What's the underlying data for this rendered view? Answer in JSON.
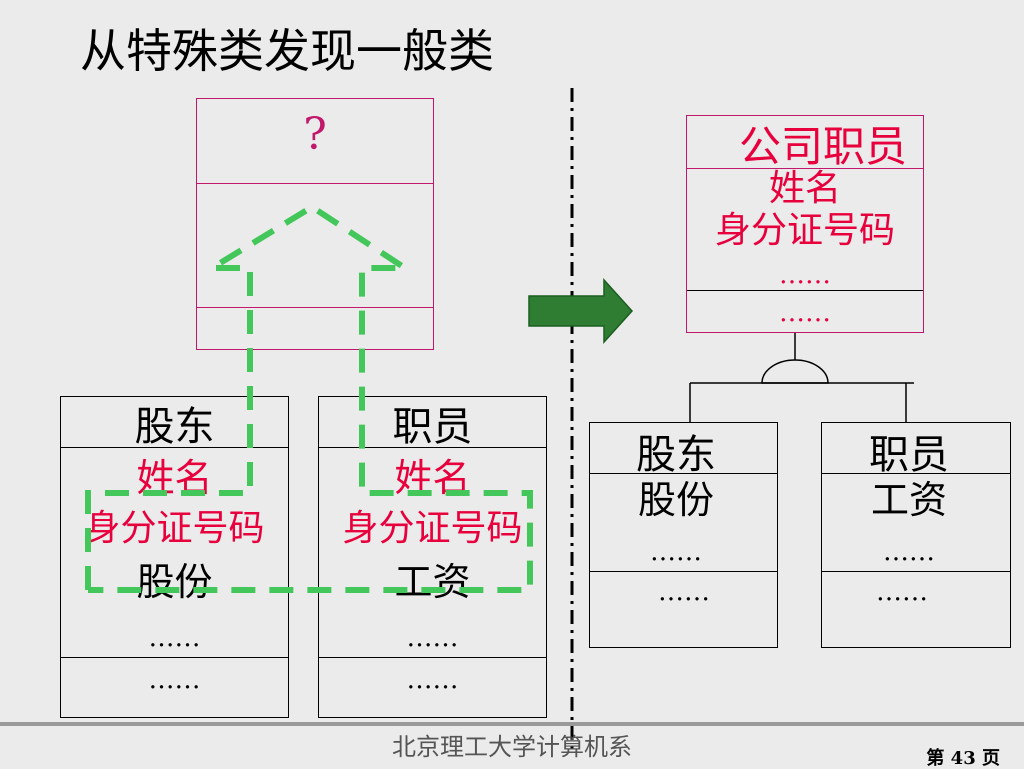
{
  "title": "从特殊类发现一般类",
  "left_diagram": {
    "general_class": {
      "name": "?"
    },
    "shareholder": {
      "name": "股东",
      "shared_attrs": [
        "姓名",
        "身分证号码"
      ],
      "own_attrs": [
        "股份",
        "……"
      ],
      "operations": "……"
    },
    "employee": {
      "name": "职员",
      "shared_attrs": [
        "姓名",
        "身分证号码"
      ],
      "own_attrs": [
        "工资",
        "……"
      ],
      "operations": "……"
    }
  },
  "right_diagram": {
    "general_class": {
      "name": "公司职员",
      "attrs": [
        "姓名",
        "身分证号码",
        "……"
      ],
      "operations": "……"
    },
    "shareholder": {
      "name": "股东",
      "attrs": [
        "股份",
        "……"
      ],
      "operations": "……"
    },
    "employee": {
      "name": "职员",
      "attrs": [
        "工资",
        "……"
      ],
      "operations": "……"
    }
  },
  "colors": {
    "accent_red": "#e8003d",
    "general_class_border": "#c2186b",
    "dashed_arrow": "#43c75a",
    "transform_arrow": "#2e7d32"
  },
  "footer": {
    "institution": "北京理工大学计算机系",
    "page_label": "第 43 页"
  }
}
